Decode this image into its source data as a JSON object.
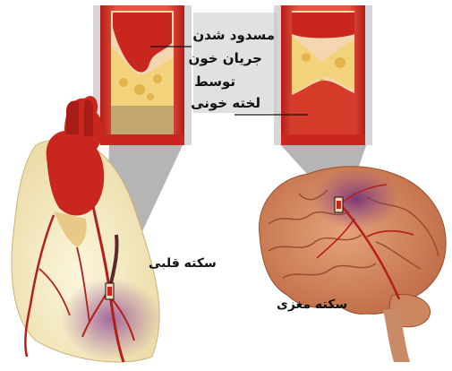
{
  "callout": {
    "lines": [
      "مسدود شدن",
      "جریان خون",
      "توسط",
      "لخته خونی"
    ]
  },
  "heart_label": "سکته قلبی",
  "brain_label": "سکته مغزی",
  "colors": {
    "artery_red": "#c8261e",
    "vessel_wall": "#e8553d",
    "plaque_yellow": "#f2d27a",
    "heart_tissue": "#f7efc8",
    "brain_tissue": "#d98a5e",
    "infarct_purple": "#8a3f8f",
    "callout_bg": "#c9c9c9"
  }
}
